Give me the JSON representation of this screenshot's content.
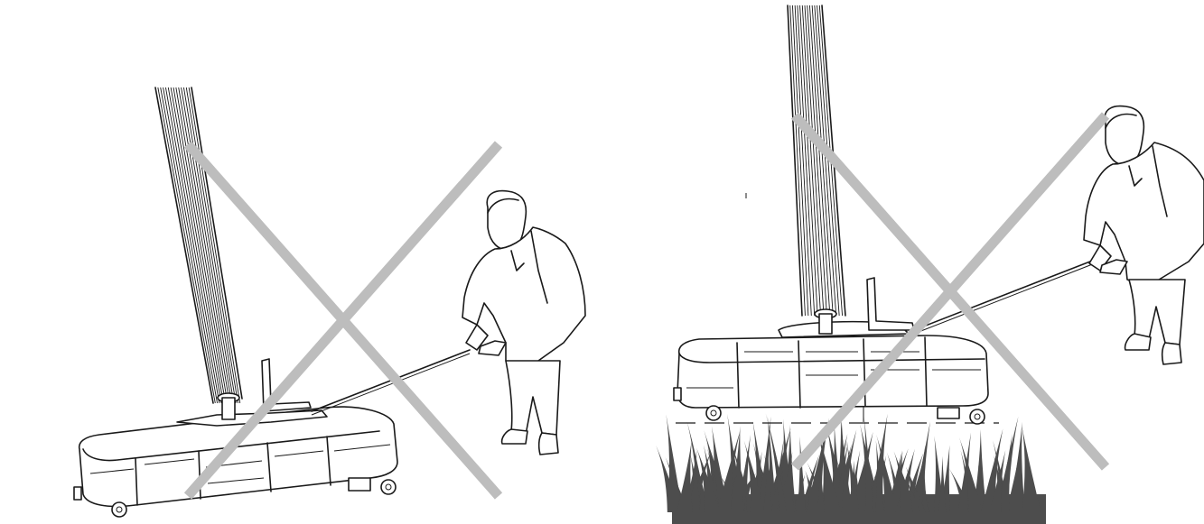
{
  "figures": [
    {
      "id": "left",
      "status": "incorrect",
      "surface": "hard-floor"
    },
    {
      "id": "right",
      "status": "incorrect",
      "surface": "grass"
    }
  ],
  "colors": {
    "line": "#1a1a1a",
    "cross": "#bdbdbd",
    "grass": "#4d4d4d",
    "background": "#ffffff"
  },
  "icons": [
    "person-icon",
    "weighted-base-icon",
    "pole-icon",
    "cross-mark-icon",
    "grass-icon",
    "wheel-icon"
  ]
}
